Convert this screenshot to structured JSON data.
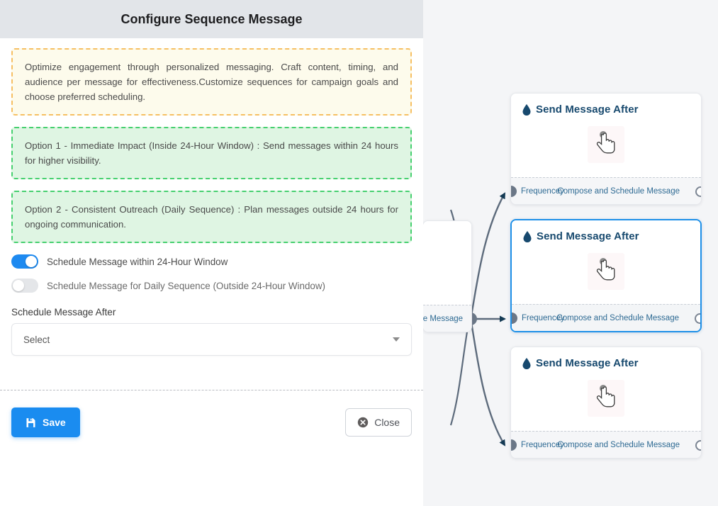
{
  "panel": {
    "title": "Configure Sequence Message",
    "info_note": "Optimize engagement through personalized messaging. Craft content, timing, and audience per message for effectiveness.Customize sequences for campaign goals and choose preferred scheduling.",
    "option_one": "Option 1 - Immediate Impact (Inside 24-Hour Window) : Send messages within 24 hours for higher visibility.",
    "option_two": "Option 2 - Consistent Outreach (Daily Sequence) : Plan messages outside 24 hours for ongoing communication.",
    "toggles": [
      {
        "label": "Schedule Message within 24-Hour Window",
        "state": "on"
      },
      {
        "label": "Schedule Message for Daily Sequence (Outside 24-Hour Window)",
        "state": "off"
      }
    ],
    "schedule_field": {
      "label": "Schedule Message After",
      "value": "Select",
      "caret_icon": "chevron-down-icon"
    },
    "footer": {
      "save_label": "Save",
      "save_icon": "save-floppy-icon",
      "save_color": "#1a8cf0",
      "close_label": "Close",
      "close_icon": "close-circle-icon"
    }
  },
  "canvas": {
    "background_color": "#f4f5f7",
    "selected_border_color": "#1e90e8",
    "node_title_color": "#17496e",
    "edge_color": "#5d6b7c",
    "partial_node": {
      "footer_text": "ce Message"
    },
    "nodes": [
      {
        "title": "Send Message After",
        "icon": "water-drop-icon",
        "body_icon": "pointer-hand-icon",
        "footer_left": "Frequencey",
        "footer_right": "Compose and Schedule Message",
        "selected": false
      },
      {
        "title": "Send Message After",
        "icon": "water-drop-icon",
        "body_icon": "pointer-hand-icon",
        "footer_left": "Frequencey",
        "footer_right": "Compose and Schedule Message",
        "selected": true
      },
      {
        "title": "Send Message After",
        "icon": "water-drop-icon",
        "body_icon": "pointer-hand-icon",
        "footer_left": "Frequencey",
        "footer_right": "Compose and Schedule Message",
        "selected": false
      }
    ]
  }
}
